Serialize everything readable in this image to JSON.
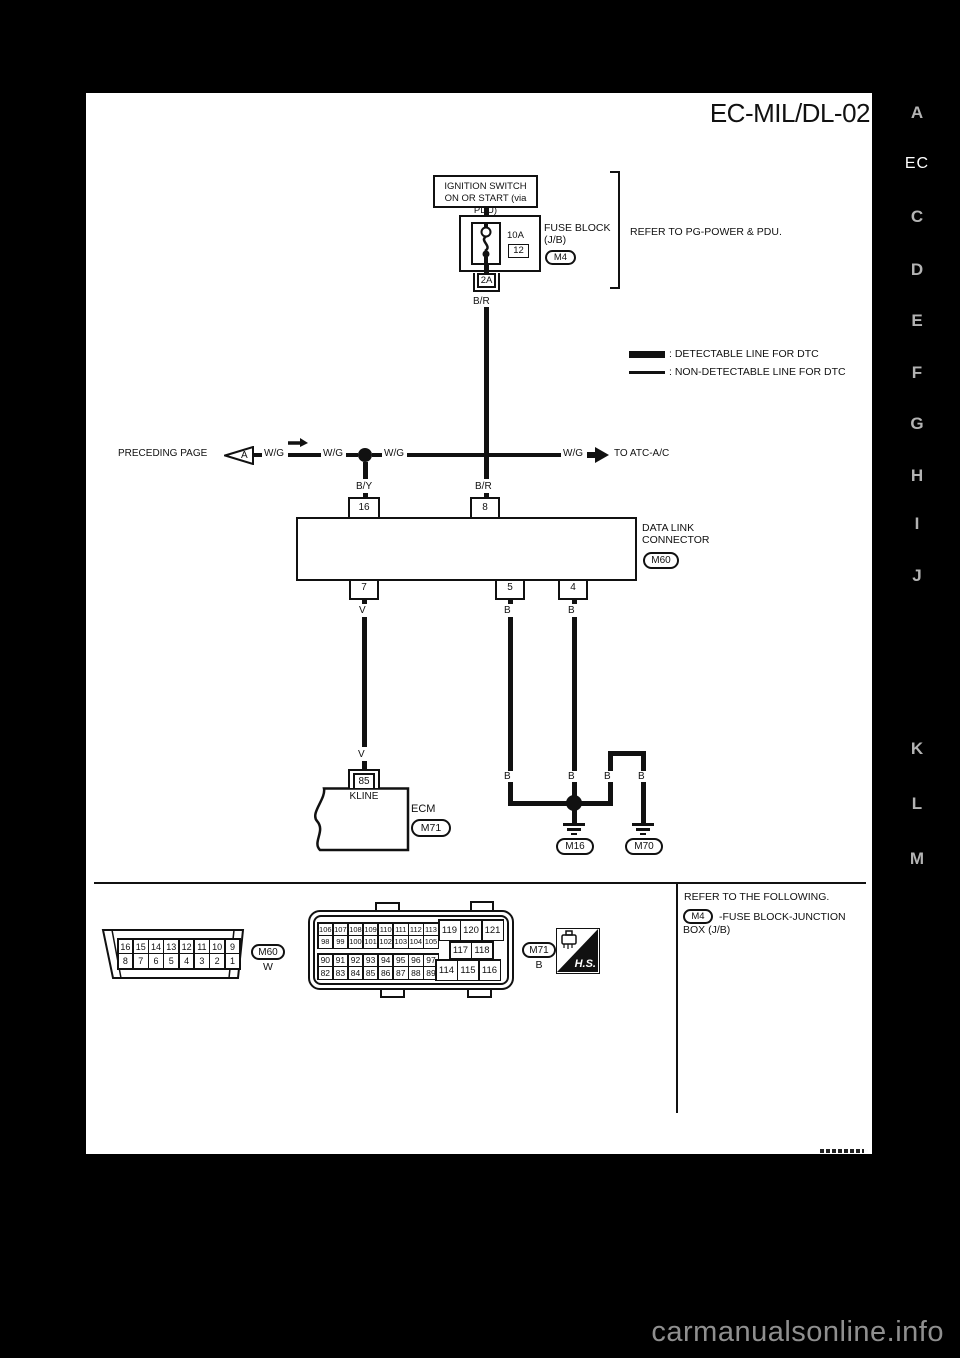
{
  "page": {
    "title_code": "EC-MIL/DL-02",
    "watermark": "carmanualsonline.info"
  },
  "colors": {
    "page_bg": "#000000",
    "paper": "#ffffff",
    "ink": "#111111",
    "tab_inactive": "#b3b3b3",
    "tab_active": "#ffffff",
    "watermark": "#8f8f8f"
  },
  "sidebar": {
    "tabs": [
      {
        "label": "A"
      },
      {
        "label": "EC"
      },
      {
        "label": "C"
      },
      {
        "label": "D"
      },
      {
        "label": "E"
      },
      {
        "label": "F"
      },
      {
        "label": "G"
      },
      {
        "label": "H"
      },
      {
        "label": "I"
      },
      {
        "label": "J"
      },
      {
        "label": "K"
      },
      {
        "label": "L"
      },
      {
        "label": "M"
      }
    ]
  },
  "power": {
    "ignition_line1": "IGNITION SWITCH",
    "ignition_line2": "ON OR START (via PDU)",
    "fuse_rating": "10A",
    "fuse_number": "12",
    "fuse_block_line1": "FUSE BLOCK",
    "fuse_block_line2": "(J/B)",
    "fuse_block_connector": "M4",
    "refer_note": "REFER TO PG-POWER & PDU.",
    "connector_2a": "2A",
    "wire_br": "B/R"
  },
  "legend": {
    "detectable": ": DETECTABLE LINE FOR DTC",
    "non_detectable": ": NON-DETECTABLE LINE FOR DTC"
  },
  "bus": {
    "preceding_page": "PRECEDING PAGE",
    "page_ref": "A",
    "wg": "W/G",
    "to_atc": "TO ATC-A/C",
    "by": "B/Y",
    "br": "B/R",
    "pin16": "16",
    "pin8": "8"
  },
  "dlc": {
    "label1": "DATA LINK",
    "label2": "CONNECTOR",
    "connector": "M60",
    "pin7": "7",
    "pin5": "5",
    "pin4": "4",
    "wire_v": "V",
    "wire_b": "B"
  },
  "ecm": {
    "pin85": "85",
    "kline": "KLINE",
    "label": "ECM",
    "connector": "M71"
  },
  "grounds": {
    "g1": "M16",
    "g2": "M70"
  },
  "footer": {
    "m60": {
      "name": "M60",
      "color": "W",
      "row1": [
        "16",
        "15",
        "14",
        "13",
        "12",
        "11",
        "10",
        "9"
      ],
      "row2": [
        "8",
        "7",
        "6",
        "5",
        "4",
        "3",
        "2",
        "1"
      ]
    },
    "m71": {
      "name": "M71",
      "color": "B",
      "blockA_row1": [
        "106",
        "107",
        "108",
        "109",
        "110",
        "111",
        "112",
        "113"
      ],
      "blockA_row2": [
        "98",
        "99",
        "100",
        "101",
        "102",
        "103",
        "104",
        "105"
      ],
      "blockB_row1": [
        "90",
        "91",
        "92",
        "93",
        "94",
        "95",
        "96",
        "97"
      ],
      "blockB_row2": [
        "82",
        "83",
        "84",
        "85",
        "86",
        "87",
        "88",
        "89"
      ],
      "blockC_row1": [
        "119",
        "120",
        "121"
      ],
      "blockC_row2": [
        "117",
        "118"
      ],
      "blockC_row3": [
        "114",
        "115",
        "116"
      ]
    },
    "hs_label": "H.S.",
    "refer_line1": "REFER TO THE FOLLOWING.",
    "refer_connector": "M4",
    "refer_line2": "-FUSE BLOCK-JUNCTION",
    "refer_line3": "BOX (J/B)"
  }
}
